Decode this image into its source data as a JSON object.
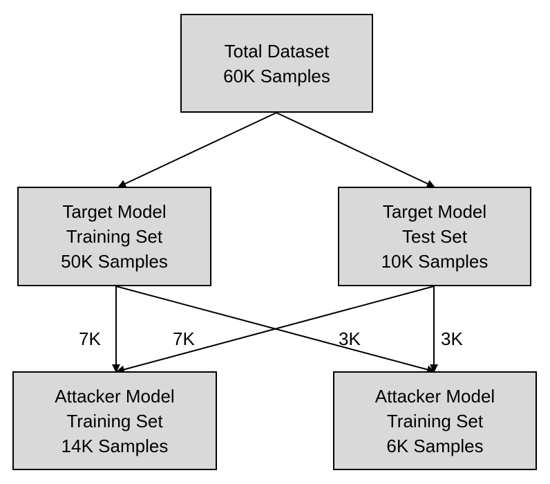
{
  "diagram": {
    "nodes": {
      "total": {
        "lines": [
          "Total Dataset",
          "60K Samples"
        ]
      },
      "target_train": {
        "lines": [
          "Target Model",
          "Training Set",
          "50K Samples"
        ]
      },
      "target_test": {
        "lines": [
          "Target Model",
          "Test Set",
          "10K Samples"
        ]
      },
      "attacker_left": {
        "lines": [
          "Attacker Model",
          "Training Set",
          "14K Samples"
        ]
      },
      "attacker_right": {
        "lines": [
          "Attacker Model",
          "Training Set",
          "6K Samples"
        ]
      }
    },
    "edges": [
      {
        "from": "total",
        "to": "target_train",
        "label": ""
      },
      {
        "from": "total",
        "to": "target_test",
        "label": ""
      },
      {
        "from": "target_train",
        "to": "attacker_left",
        "label": "7K"
      },
      {
        "from": "target_test",
        "to": "attacker_left",
        "label": "7K"
      },
      {
        "from": "target_train",
        "to": "attacker_right",
        "label": "3K"
      },
      {
        "from": "target_test",
        "to": "attacker_right",
        "label": "3K"
      }
    ],
    "colors": {
      "node_fill": "#d9d9d9",
      "node_border": "#000000",
      "edge": "#000000"
    }
  }
}
